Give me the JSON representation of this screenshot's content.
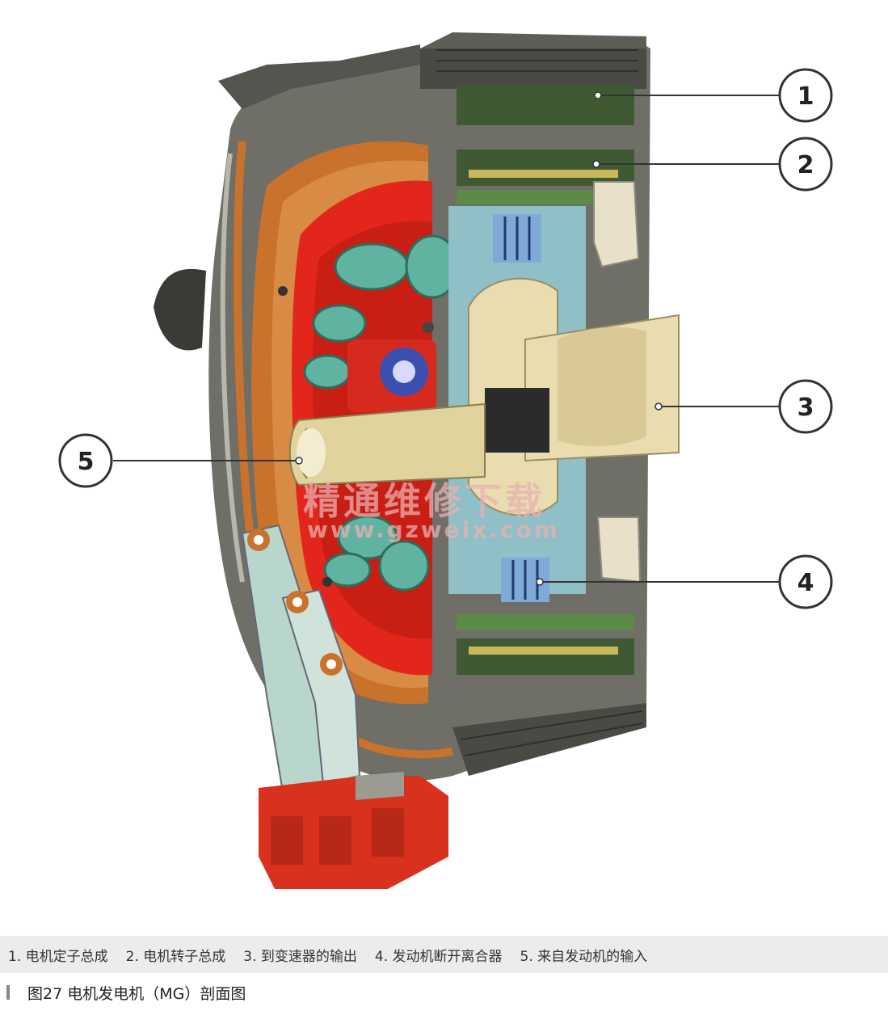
{
  "callouts": [
    {
      "number": "1"
    },
    {
      "number": "2"
    },
    {
      "number": "3"
    },
    {
      "number": "4"
    },
    {
      "number": "5"
    }
  ],
  "watermark": {
    "title": "精通维修下载",
    "url": "www.gzweix.com"
  },
  "legend": [
    "1. 电机定子总成",
    "2. 电机转子总成",
    "3. 到变速器的输出",
    "4. 发动机断开离合器",
    "5. 来自发动机的输入"
  ],
  "caption": "图27    电机发电机（MG）剖面图",
  "colors": {
    "housing": "#6f6f68",
    "rotor_red": "#e2261b",
    "copper": "#c8722c",
    "coil_teal": "#5fb3a0",
    "shaft_cream": "#e9ddb0",
    "stator_green": "#3f5a33",
    "clutch_blue": "#7fa9d6",
    "connector_red": "#d8321e"
  }
}
